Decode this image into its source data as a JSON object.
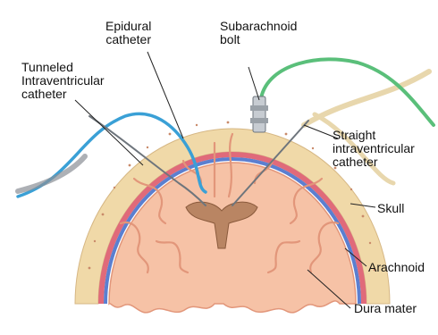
{
  "labels": {
    "epidural_catheter": "Epidural\ncatheter",
    "subarachnoid_bolt": "Subarachnoid\nbolt",
    "tunneled_catheter": "Tunneled\nIntraventricular\ncatheter",
    "straight_catheter": "Straight\nintraventricular\ncatheter",
    "skull": "Skull",
    "arachnoid": "Arachnoid",
    "dura_mater": "Dura mater"
  },
  "colors": {
    "skull": "#f0d9a8",
    "skull_dots": "#c98a6a",
    "dura": "#e06a7a",
    "arachnoid": "#5b7fd0",
    "brain": "#f6c2a6",
    "cortex_shadow": "#e2967a",
    "ventricle": "#b98563",
    "blue_catheter": "#3aa0d6",
    "green_tube": "#5abf7a",
    "beige_tube": "#e8d7ad",
    "catheter_gray": "#8a8f96"
  }
}
